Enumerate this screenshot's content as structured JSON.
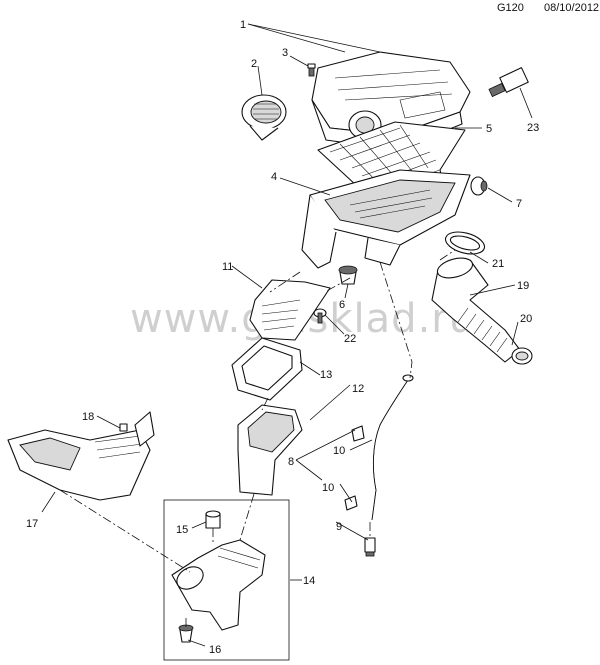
{
  "header": {
    "code": "G120",
    "date": "08/10/2012"
  },
  "watermark": "www.gmsklad.ru",
  "callouts": [
    {
      "id": "c1",
      "text": "1"
    },
    {
      "id": "c2",
      "text": "2"
    },
    {
      "id": "c3",
      "text": "3"
    },
    {
      "id": "c4",
      "text": "4"
    },
    {
      "id": "c5",
      "text": "5"
    },
    {
      "id": "c6",
      "text": "6"
    },
    {
      "id": "c7",
      "text": "7"
    },
    {
      "id": "c8",
      "text": "8"
    },
    {
      "id": "c9",
      "text": "9"
    },
    {
      "id": "c10a",
      "text": "10"
    },
    {
      "id": "c10b",
      "text": "10"
    },
    {
      "id": "c11",
      "text": "11"
    },
    {
      "id": "c12",
      "text": "12"
    },
    {
      "id": "c13",
      "text": "13"
    },
    {
      "id": "c14",
      "text": "14"
    },
    {
      "id": "c15",
      "text": "15"
    },
    {
      "id": "c16",
      "text": "16"
    },
    {
      "id": "c17",
      "text": "17"
    },
    {
      "id": "c18",
      "text": "18"
    },
    {
      "id": "c19",
      "text": "19"
    },
    {
      "id": "c20",
      "text": "20"
    },
    {
      "id": "c21",
      "text": "21"
    },
    {
      "id": "c22",
      "text": "22"
    },
    {
      "id": "c23",
      "text": "23"
    }
  ]
}
